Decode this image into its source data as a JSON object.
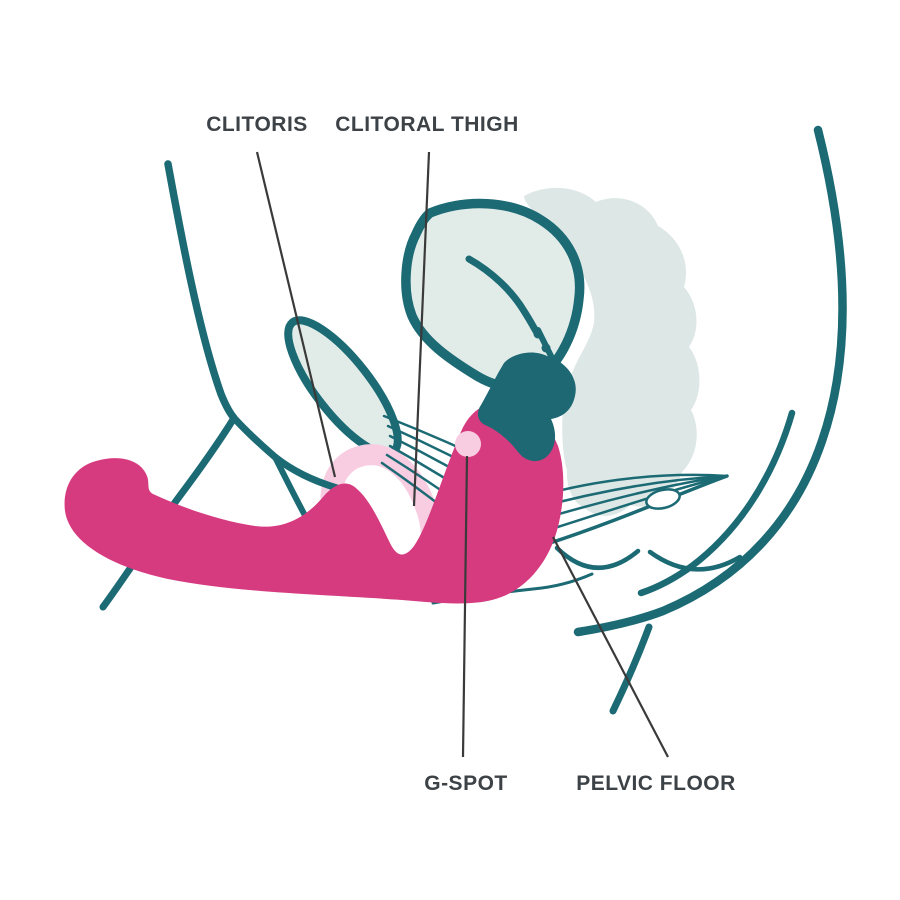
{
  "diagram": {
    "type": "anatomical-cross-section",
    "subject": "pelvic anatomy side view with wearable product"
  },
  "labels": {
    "clitoris": "CLITORIS",
    "clitoral_thigh": "CLITORAL THIGH",
    "g_spot": "G-SPOT",
    "pelvic_floor": "PELVIC FLOOR"
  },
  "icons": {
    "g_spot_marker": "pink-dot-marker"
  },
  "colors": {
    "bg": "#ffffff",
    "teal": "#1b6a74",
    "teal-dark": "#1d6873",
    "pale-organ": "#e1ebe8",
    "pale-blob": "#dce7e6",
    "pink": "#d63b80",
    "pink-light": "#f8cde1",
    "label": "#3d4247",
    "leader": "#3a3a3a"
  }
}
